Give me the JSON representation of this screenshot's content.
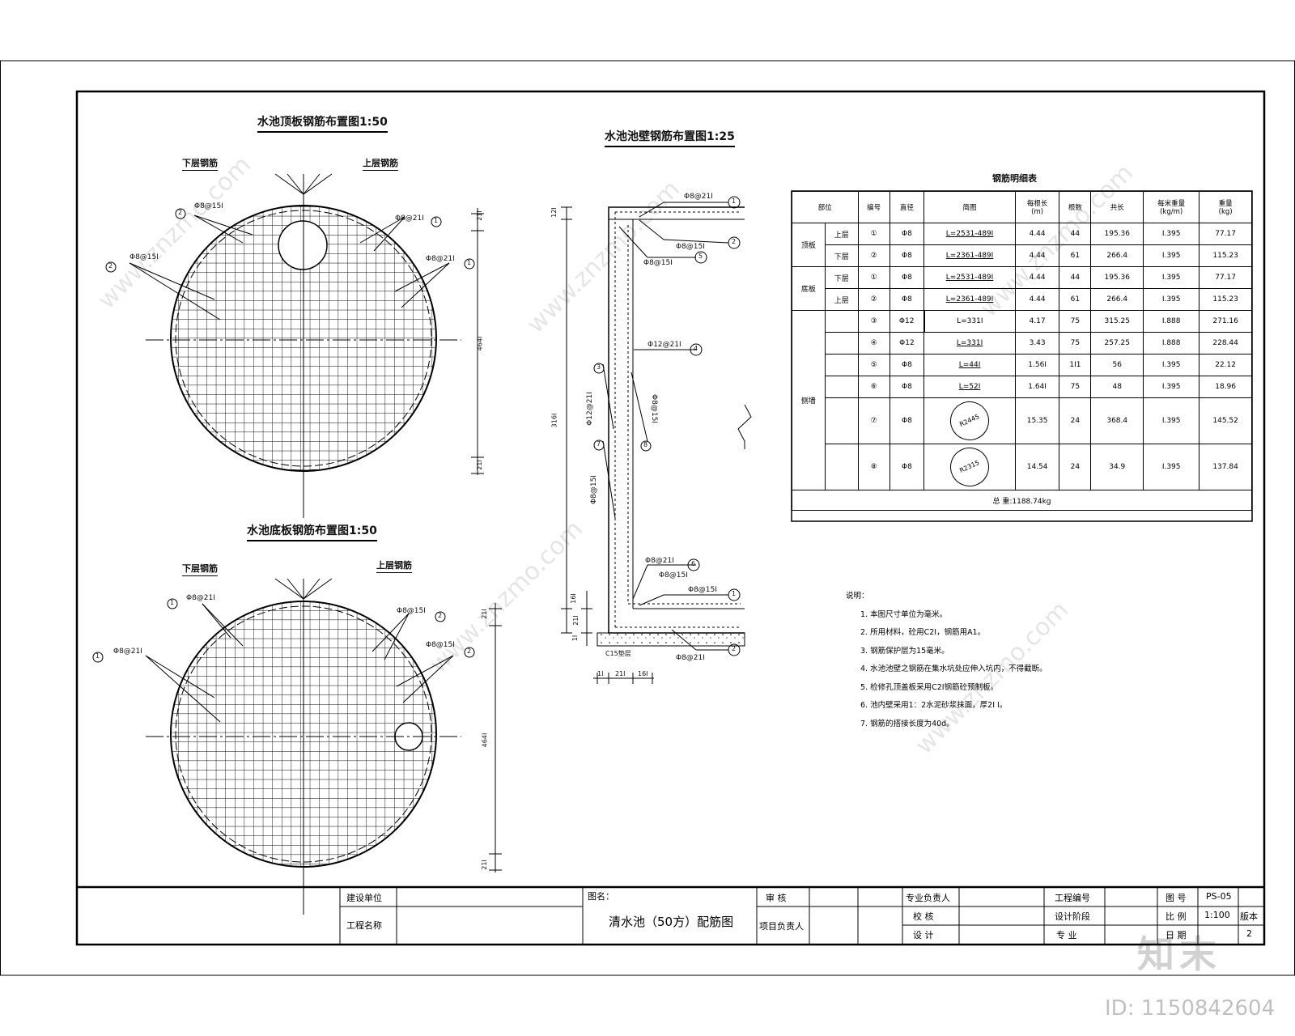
{
  "top_plan": {
    "title": "水池顶板钢筋布置图1:50",
    "lower_label": "下层钢筋",
    "upper_label": "上层钢筋",
    "ann": [
      "Φ8@15I",
      "Φ8@21I",
      "Φ8@15I",
      "Φ8@21I"
    ],
    "dims": [
      "21I",
      "464I",
      "21I"
    ],
    "circ": [
      "2",
      "1",
      "2",
      "1"
    ]
  },
  "bottom_plan": {
    "title": "水池底板钢筋布置图1:50",
    "lower_label": "下层钢筋",
    "upper_label": "上层钢筋",
    "ann": [
      "Φ8@21I",
      "Φ8@15I",
      "Φ8@21I",
      "Φ8@15I"
    ],
    "dims": [
      "21I",
      "464I",
      "21I"
    ],
    "circ": [
      "1",
      "2",
      "1",
      "2"
    ]
  },
  "wall_section": {
    "title": "水池池壁钢筋布置图1:25",
    "ann_top1": "Φ8@21I",
    "ann_top2": "Φ8@15I",
    "ann_top3": "Φ8@15I",
    "ann_mid1": "Φ12@21I",
    "ann_left1": "Φ12@21I",
    "ann_left2": "Φ8@15I",
    "ann_right": "Φ8@15I",
    "ann_bot1": "Φ8@21I",
    "ann_bot2": "Φ8@15I",
    "ann_bot3": "Φ8@15I",
    "ann_bot4": "Φ8@21I",
    "c15": "C15垫层",
    "dim_top": "12I",
    "dim_mid": "316I",
    "dim_b1": "16I",
    "dim_b2": "21I",
    "dim_b3": "1I",
    "dim_h1": "1I",
    "dim_h2": "21I",
    "dim_h3": "16I",
    "circ": [
      "1",
      "2",
      "5",
      "4",
      "3",
      "8",
      "7",
      "6",
      "1",
      "2",
      "1"
    ]
  },
  "rebar_table": {
    "title": "钢筋明细表",
    "headers": [
      "部位",
      "编号",
      "直径",
      "简图",
      "每根长\n(m)",
      "根数",
      "共长",
      "每米重量\n(kg/m)",
      "重量\n(kg)"
    ],
    "rows": [
      {
        "part": "顶板",
        "sub": "上层",
        "no": "①",
        "dia": "Φ8",
        "shape": "L=2531-489I",
        "len": "4.44",
        "count": "44",
        "total": "195.36",
        "unit": "I.395",
        "weight": "77.17"
      },
      {
        "part": "",
        "sub": "下层",
        "no": "②",
        "dia": "Φ8",
        "shape": "L=2361-489I",
        "len": "4.44",
        "count": "61",
        "total": "266.4",
        "unit": "I.395",
        "weight": "115.23"
      },
      {
        "part": "底板",
        "sub": "下层",
        "no": "①",
        "dia": "Φ8",
        "shape": "L=2531-489I",
        "len": "4.44",
        "count": "44",
        "total": "195.36",
        "unit": "I.395",
        "weight": "77.17"
      },
      {
        "part": "",
        "sub": "上层",
        "no": "②",
        "dia": "Φ8",
        "shape": "L=2361-489I",
        "len": "4.44",
        "count": "61",
        "total": "266.4",
        "unit": "I.395",
        "weight": "115.23"
      },
      {
        "part": "侧墙",
        "sub": "",
        "no": "③",
        "dia": "Φ12",
        "shape": "L=331I",
        "len": "4.17",
        "count": "75",
        "total": "315.25",
        "unit": "I.888",
        "weight": "271.16"
      },
      {
        "part": "",
        "sub": "",
        "no": "④",
        "dia": "Φ12",
        "shape": "L=331I",
        "len": "3.43",
        "count": "75",
        "total": "257.25",
        "unit": "I.888",
        "weight": "228.44"
      },
      {
        "part": "",
        "sub": "",
        "no": "⑤",
        "dia": "Φ8",
        "shape": "L=44I",
        "len": "1.56I",
        "count": "1I1",
        "total": "56",
        "unit": "I.395",
        "weight": "22.12"
      },
      {
        "part": "",
        "sub": "",
        "no": "⑥",
        "dia": "Φ8",
        "shape": "L=52I",
        "len": "1.64I",
        "count": "75",
        "total": "48",
        "unit": "I.395",
        "weight": "18.96"
      },
      {
        "part": "",
        "sub": "",
        "no": "⑦",
        "dia": "Φ8",
        "shape": "R2445",
        "len": "15.35",
        "count": "24",
        "total": "368.4",
        "unit": "I.395",
        "weight": "145.52"
      },
      {
        "part": "",
        "sub": "",
        "no": "⑧",
        "dia": "Φ8",
        "shape": "R2315",
        "len": "14.54",
        "count": "24",
        "total": "34.9",
        "unit": "I.395",
        "weight": "137.84"
      }
    ],
    "total": "总  重:1188.74kg"
  },
  "notes": {
    "heading": "说明：",
    "items": [
      "1. 本图尺寸单位为毫米。",
      "2. 所用材料，砼用C2I，钢筋用A1。",
      "3. 钢筋保护层为15毫米。",
      "4. 水池池壁之钢筋在集水坑处应伸入坑内，不得截断。",
      "5. 检修孔顶盖板采用C2I钢筋砼预制板。",
      "6. 池内壁采用1：2水泥砂浆抹面，厚2I I。",
      "7. 钢筋的搭接长度为40d。"
    ]
  },
  "title_block": {
    "build_unit_label": "建设单位",
    "project_name_label": "工程名称",
    "drawing_name_label": "图名：",
    "drawing_name": "清水池（50方）配筋图",
    "audit": "审    核",
    "project_lead": "项目负责人",
    "major_lead": "专业负责人",
    "check": "校    核",
    "design": "设    计",
    "project_no": "工程编号",
    "design_stage": "设计阶段",
    "major": "专    业",
    "drawing_no_label": "图    号",
    "drawing_no": "PS-05",
    "scale_label": "比    例",
    "scale": "1:100",
    "version": "版本",
    "date_label": "日    期",
    "page": "2"
  },
  "watermark": {
    "site": "www.znzmo.com",
    "logo": "知末",
    "id": "ID: 1150842604"
  }
}
